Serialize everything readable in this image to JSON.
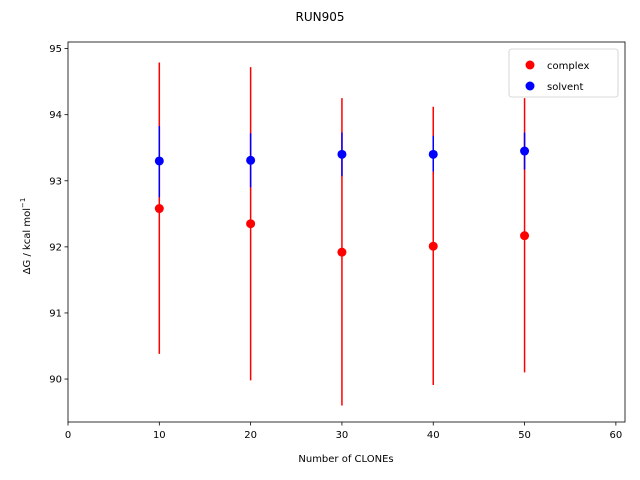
{
  "chart_data": {
    "type": "scatter",
    "title": "RUN905",
    "xlabel": "Number of CLONEs",
    "ylabel": "ΔG / kcal mol",
    "ylabel_sup": "−1",
    "xlim": [
      0,
      61
    ],
    "ylim": [
      89.35,
      95.1
    ],
    "xticks": [
      0,
      10,
      20,
      30,
      40,
      50,
      60
    ],
    "yticks": [
      90,
      91,
      92,
      93,
      94,
      95
    ],
    "legend_position": "top-right",
    "series": [
      {
        "name": "complex",
        "color": "#ff0000",
        "points": [
          {
            "x": 10,
            "y": 92.58,
            "ylow": 90.38,
            "yhigh": 94.79
          },
          {
            "x": 20,
            "y": 92.35,
            "ylow": 89.98,
            "yhigh": 94.72
          },
          {
            "x": 30,
            "y": 91.92,
            "ylow": 89.6,
            "yhigh": 94.25
          },
          {
            "x": 40,
            "y": 92.01,
            "ylow": 89.91,
            "yhigh": 94.12
          },
          {
            "x": 50,
            "y": 92.17,
            "ylow": 90.1,
            "yhigh": 94.25
          }
        ]
      },
      {
        "name": "solvent",
        "color": "#0000ff",
        "points": [
          {
            "x": 10,
            "y": 93.3,
            "ylow": 92.75,
            "yhigh": 93.83
          },
          {
            "x": 20,
            "y": 93.31,
            "ylow": 92.9,
            "yhigh": 93.72
          },
          {
            "x": 30,
            "y": 93.4,
            "ylow": 93.07,
            "yhigh": 93.73
          },
          {
            "x": 40,
            "y": 93.4,
            "ylow": 93.14,
            "yhigh": 93.68
          },
          {
            "x": 50,
            "y": 93.45,
            "ylow": 93.17,
            "yhigh": 93.73
          }
        ]
      }
    ]
  }
}
